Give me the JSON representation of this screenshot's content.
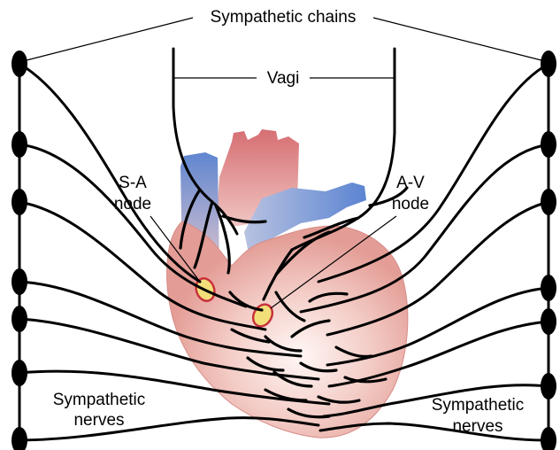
{
  "labels": {
    "sympathetic_chains": "Sympathetic chains",
    "vagi": "Vagi",
    "sa_node_line1": "S-A",
    "sa_node_line2": "node",
    "av_node_line1": "A-V",
    "av_node_line2": "node",
    "sym_nerves_left_line1": "Sympathetic",
    "sym_nerves_left_line2": "nerves",
    "sym_nerves_right_line1": "Sympathetic",
    "sym_nerves_right_line2": "nerves"
  },
  "colors": {
    "heart_muscle": "#e9a6a0",
    "heart_highlight": "#fbe6e2",
    "great_vessels_blue": "#6c8fd0",
    "aorta_red": "#d9777a",
    "node_fill": "#f2df7a",
    "node_stroke": "#c8323c",
    "nerve": "#000000"
  },
  "icons": {
    "ganglion": "ellipse-node"
  }
}
